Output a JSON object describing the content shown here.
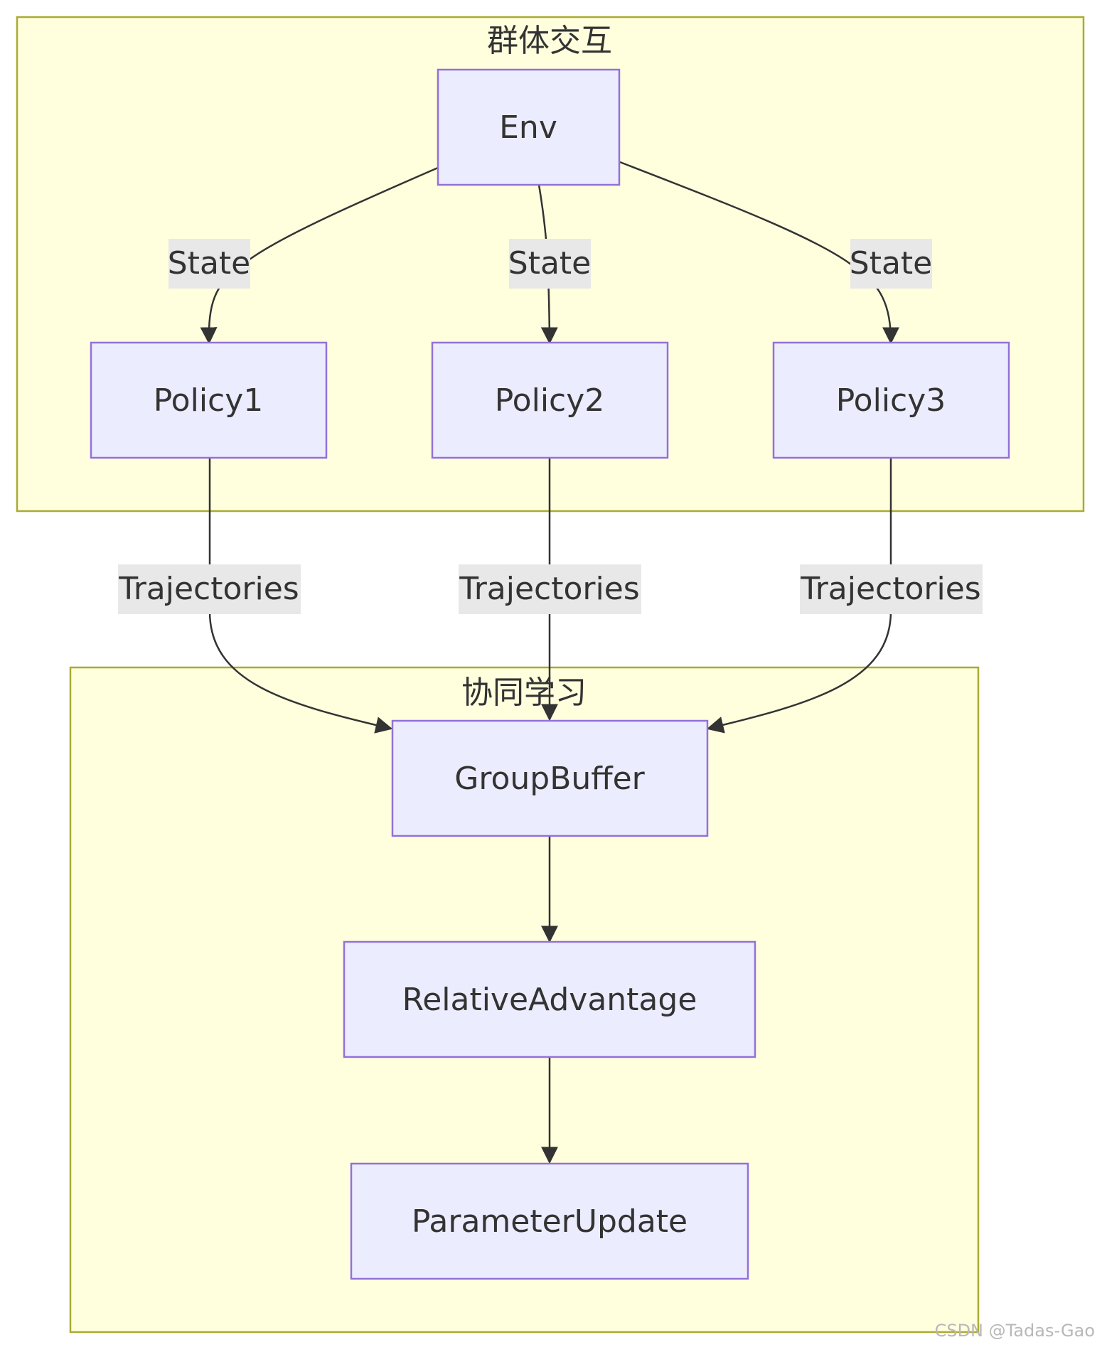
{
  "clusters": {
    "group_interaction": {
      "label": "群体交互"
    },
    "collaborative_learning": {
      "label": "协同学习"
    }
  },
  "nodes": {
    "env": "Env",
    "policy1": "Policy1",
    "policy2": "Policy2",
    "policy3": "Policy3",
    "group_buffer": "GroupBuffer",
    "relative_advantage": "RelativeAdvantage",
    "parameter_update": "ParameterUpdate"
  },
  "edges": [
    {
      "from": "Env",
      "to": "Policy1",
      "label": "State"
    },
    {
      "from": "Env",
      "to": "Policy2",
      "label": "State"
    },
    {
      "from": "Env",
      "to": "Policy3",
      "label": "State"
    },
    {
      "from": "Policy1",
      "to": "GroupBuffer",
      "label": "Trajectories"
    },
    {
      "from": "Policy2",
      "to": "GroupBuffer",
      "label": "Trajectories"
    },
    {
      "from": "Policy3",
      "to": "GroupBuffer",
      "label": "Trajectories"
    },
    {
      "from": "GroupBuffer",
      "to": "RelativeAdvantage",
      "label": ""
    },
    {
      "from": "RelativeAdvantage",
      "to": "ParameterUpdate",
      "label": ""
    }
  ],
  "watermark": "CSDN @Tadas-Gao",
  "colors": {
    "cluster_fill": "#ffffde",
    "cluster_stroke": "#aaaa33",
    "node_fill": "#ececff",
    "node_stroke": "#9370db",
    "edge": "#333333",
    "edge_label_bg": "#e8e8e8",
    "text": "#333333"
  }
}
